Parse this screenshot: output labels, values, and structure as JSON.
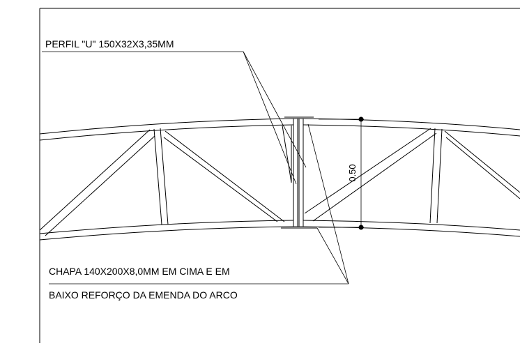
{
  "labels": {
    "perfil": "PERFIL \"U\" 150X32X3,35MM",
    "chapa_line1": "CHAPA 140X200X8,0MM EM CIMA E EM",
    "chapa_line2": "BAIXO REFORÇO DA EMENDA DO ARCO"
  },
  "dimension": {
    "value": "0.50"
  },
  "colors": {
    "line": "#000000",
    "background": "#ffffff"
  }
}
